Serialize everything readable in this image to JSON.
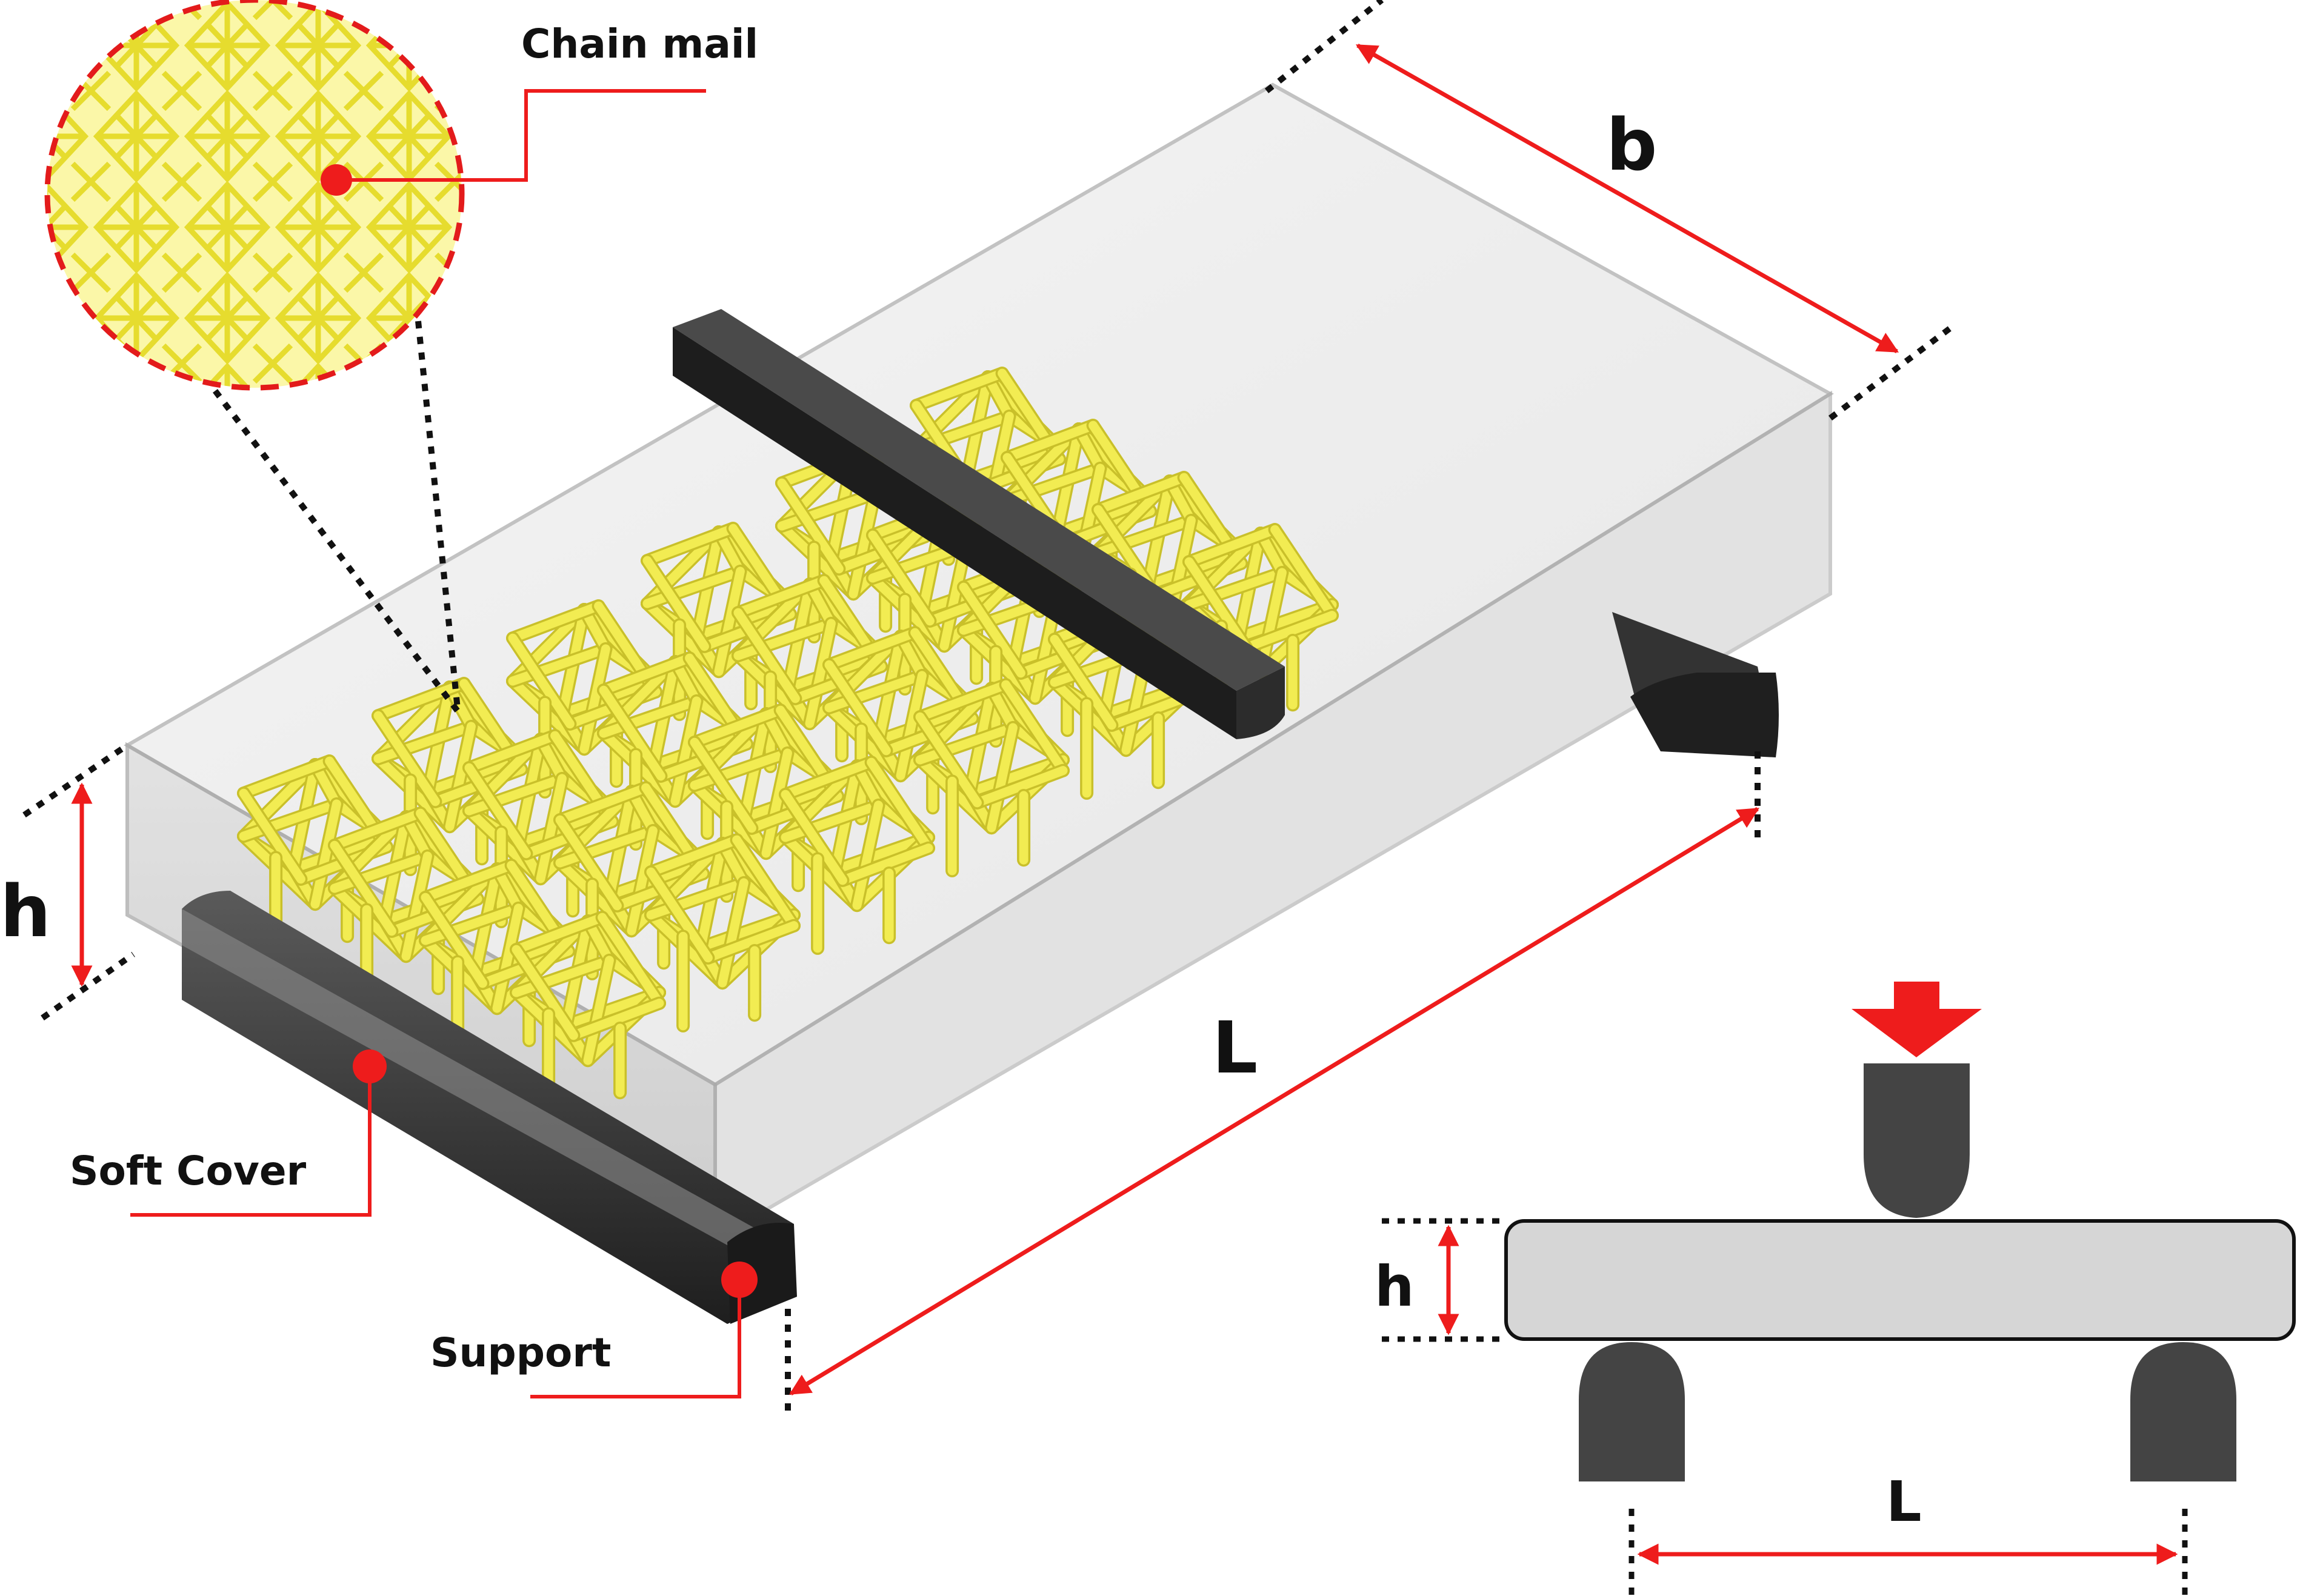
{
  "labels": {
    "chain_mail": "Chain mail",
    "soft_cover": "Soft Cover",
    "support": "Support",
    "b": "b",
    "h": "h",
    "L": "L",
    "schematic_h": "h",
    "schematic_L": "L"
  },
  "colors": {
    "lattice_yellow": "#f2ec52",
    "lattice_edge": "#c9c02a",
    "support_black": "#2b2b2b",
    "cover_gray": "#d6d6d6",
    "dimension_red": "#ee1c1c",
    "leader_black": "#111111"
  }
}
